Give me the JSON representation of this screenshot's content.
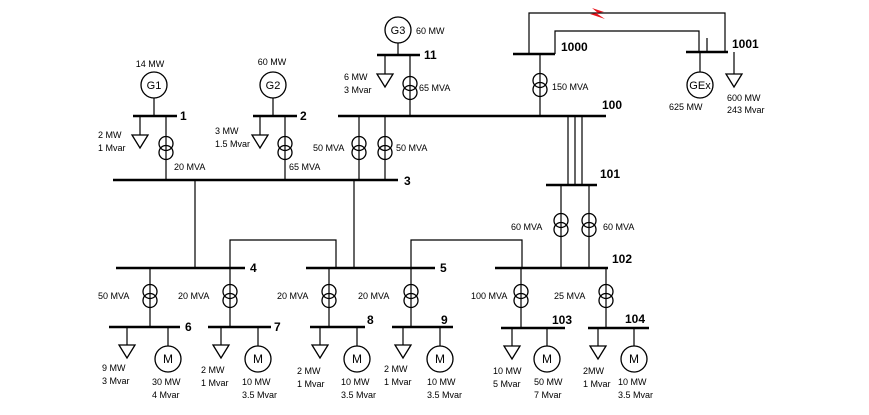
{
  "diagram": {
    "buses": {
      "b1": "1",
      "b2": "2",
      "b3": "3",
      "b4": "4",
      "b5": "5",
      "b6": "6",
      "b7": "7",
      "b8": "8",
      "b9": "9",
      "b11": "11",
      "b100": "100",
      "b101": "101",
      "b102": "102",
      "b103": "103",
      "b104": "104",
      "b1000": "1000",
      "b1001": "1001"
    },
    "generators": {
      "g1": {
        "name": "G1",
        "mw": "14 MW"
      },
      "g2": {
        "name": "G2",
        "mw": "60 MW"
      },
      "g3": {
        "name": "G3",
        "mw": "60 MW"
      },
      "gex": {
        "name": "GEx",
        "mw": "625 MW"
      }
    },
    "loads": {
      "bus1": {
        "p": "2 MW",
        "q": "1 Mvar"
      },
      "bus2": {
        "p": "3 MW",
        "q": "1.5 Mvar"
      },
      "bus11": {
        "p": "6 MW",
        "q": "3 Mvar"
      },
      "bus1001": {
        "p": "600 MW",
        "q": "243 Mvar"
      },
      "bus6": {
        "p": "9 MW",
        "q": "3 Mvar"
      },
      "bus7": {
        "p": "2 MW",
        "q": "1 Mvar"
      },
      "bus8": {
        "p": "2 MW",
        "q": "1 Mvar"
      },
      "bus9": {
        "p": "2 MW",
        "q": "1 Mvar"
      },
      "bus103": {
        "p": "10 MW",
        "q": "5 Mvar"
      },
      "bus104": {
        "p": "2MW",
        "q": "1 Mvar"
      }
    },
    "motors": {
      "symbol": "M",
      "m6": {
        "p": "30 MW",
        "q": "4 Mvar"
      },
      "m7": {
        "p": "10 MW",
        "q": "3.5 Mvar"
      },
      "m8": {
        "p": "10 MW",
        "q": "3.5 Mvar"
      },
      "m9": {
        "p": "10 MW",
        "q": "3.5 Mvar"
      },
      "m103": {
        "p": "50 MW",
        "q": "7 Mvar"
      },
      "m104": {
        "p": "10 MW",
        "q": "3.5 Mvar"
      }
    },
    "transformers": {
      "t1": "20 MVA",
      "t2": "65 MVA",
      "t11": "65 MVA",
      "t3a": "50 MVA",
      "t3b": "50 MVA",
      "t1000": "150 MVA",
      "t101a": "60 MVA",
      "t101b": "60 MVA",
      "t6": "50 MVA",
      "t7": "20 MVA",
      "t8": "20 MVA",
      "t9": "20 MVA",
      "t103": "100 MVA",
      "t104": "25 MVA"
    },
    "colors": {
      "line": "#000000",
      "fault": "#e8141c"
    }
  }
}
